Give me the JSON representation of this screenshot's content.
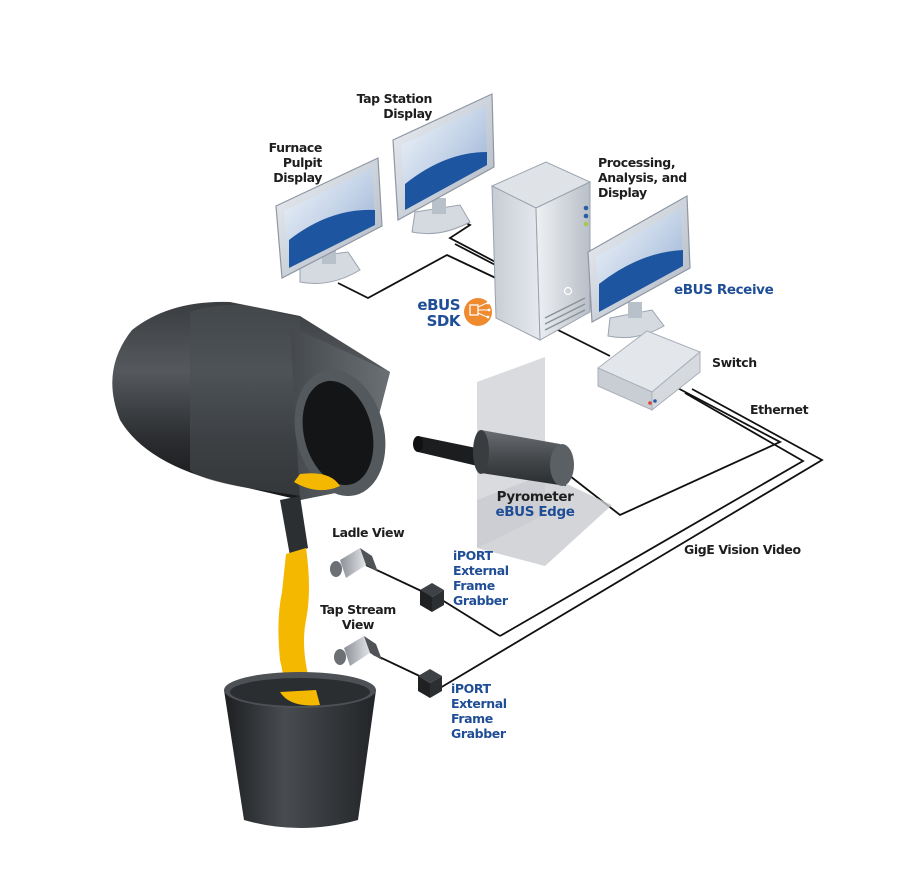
{
  "diagram": {
    "title": "Steel furnace tap monitoring with eBUS and GigE Vision",
    "colors": {
      "label_dark": "#1e1e1e",
      "label_blue": "#1f4e96",
      "molten_metal": "#f5b800",
      "sdk_badge": "#ef8a2f",
      "equipment_dark": "#2f3336",
      "screen_blue": "#1e55a0",
      "cable": "#111111"
    },
    "nodes": {
      "tap_station_display": {
        "label": [
          "Tap Station",
          "Display"
        ],
        "icon": "monitor-icon"
      },
      "furnace_pulpit_display": {
        "label": [
          "Furnace",
          "Pulpit",
          "Display"
        ],
        "icon": "monitor-icon"
      },
      "processing_pc": {
        "label": [
          "Processing,",
          "Analysis, and",
          "Display"
        ],
        "icon": "tower-pc-icon"
      },
      "ebus_receive": {
        "label": "eBUS Receive",
        "icon": "monitor-icon"
      },
      "ebus_sdk": {
        "label": [
          "eBUS",
          "SDK"
        ],
        "icon": "sdk-chip-icon"
      },
      "switch": {
        "label": "Switch",
        "icon": "network-switch-icon"
      },
      "pyrometer": {
        "label": "Pyrometer",
        "sublabel": "eBUS Edge",
        "icon": "pyrometer-icon"
      },
      "ladle_view_camera": {
        "label": "Ladle View",
        "icon": "camera-icon"
      },
      "tap_stream_view_camera": {
        "label": [
          "Tap Stream",
          "View"
        ],
        "icon": "camera-icon"
      },
      "frame_grabber_1": {
        "label": [
          "iPORT",
          "External",
          "Frame",
          "Grabber"
        ],
        "icon": "cube-icon"
      },
      "frame_grabber_2": {
        "label": [
          "iPORT",
          "External",
          "Frame",
          "Grabber"
        ],
        "icon": "cube-icon"
      },
      "furnace": {
        "icon": "furnace-icon"
      },
      "ladle": {
        "icon": "ladle-bucket-icon"
      }
    },
    "links": {
      "ethernet": "Ethernet",
      "gige_vision_video": "GigE Vision Video"
    },
    "edges": [
      {
        "from": "furnace_pulpit_display",
        "to": "processing_pc"
      },
      {
        "from": "tap_station_display",
        "to": "processing_pc"
      },
      {
        "from": "processing_pc",
        "to": "switch"
      },
      {
        "from": "switch",
        "to": "pyrometer",
        "type": "ethernet"
      },
      {
        "from": "switch",
        "to": "frame_grabber_1",
        "type": "gige_vision_video"
      },
      {
        "from": "switch",
        "to": "frame_grabber_2",
        "type": "gige_vision_video"
      },
      {
        "from": "ladle_view_camera",
        "to": "frame_grabber_1"
      },
      {
        "from": "tap_stream_view_camera",
        "to": "frame_grabber_2"
      }
    ]
  }
}
